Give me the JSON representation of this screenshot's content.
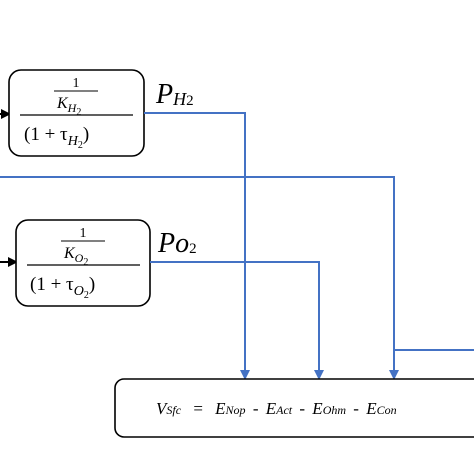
{
  "colors": {
    "wire": "#4472C4",
    "arrow_black": "#000000",
    "box_stroke": "#000000",
    "text": "#000000"
  },
  "block_h2": {
    "numerator": "1",
    "den_K": "K",
    "den_K_sub": "H",
    "den_K_subsub": "2",
    "bottom_prefix": "(1 + τ",
    "bottom_sub": "H",
    "bottom_subsub": "2",
    "bottom_suffix": ")",
    "output_label_main": "P",
    "output_label_sub": "H",
    "output_label_subsub": "2"
  },
  "block_o2": {
    "numerator": "1",
    "den_K": "K",
    "den_K_sub": "O",
    "den_K_subsub": "2",
    "bottom_prefix": "(1 + τ",
    "bottom_sub": "O",
    "bottom_subsub": "2",
    "bottom_suffix": ")",
    "output_label_main": "Po",
    "output_label_sub": "2"
  },
  "equation": {
    "lhs_main": "V",
    "lhs_sub": "Sfc",
    "equals": "=",
    "t1_main": "E",
    "t1_sub": "Nop",
    "op1": "-",
    "t2_main": "E",
    "t2_sub": "Act",
    "op2": "-",
    "t3_main": "E",
    "t3_sub": "Ohm",
    "op3": "-",
    "t4_main": "E",
    "t4_sub": "Con"
  }
}
